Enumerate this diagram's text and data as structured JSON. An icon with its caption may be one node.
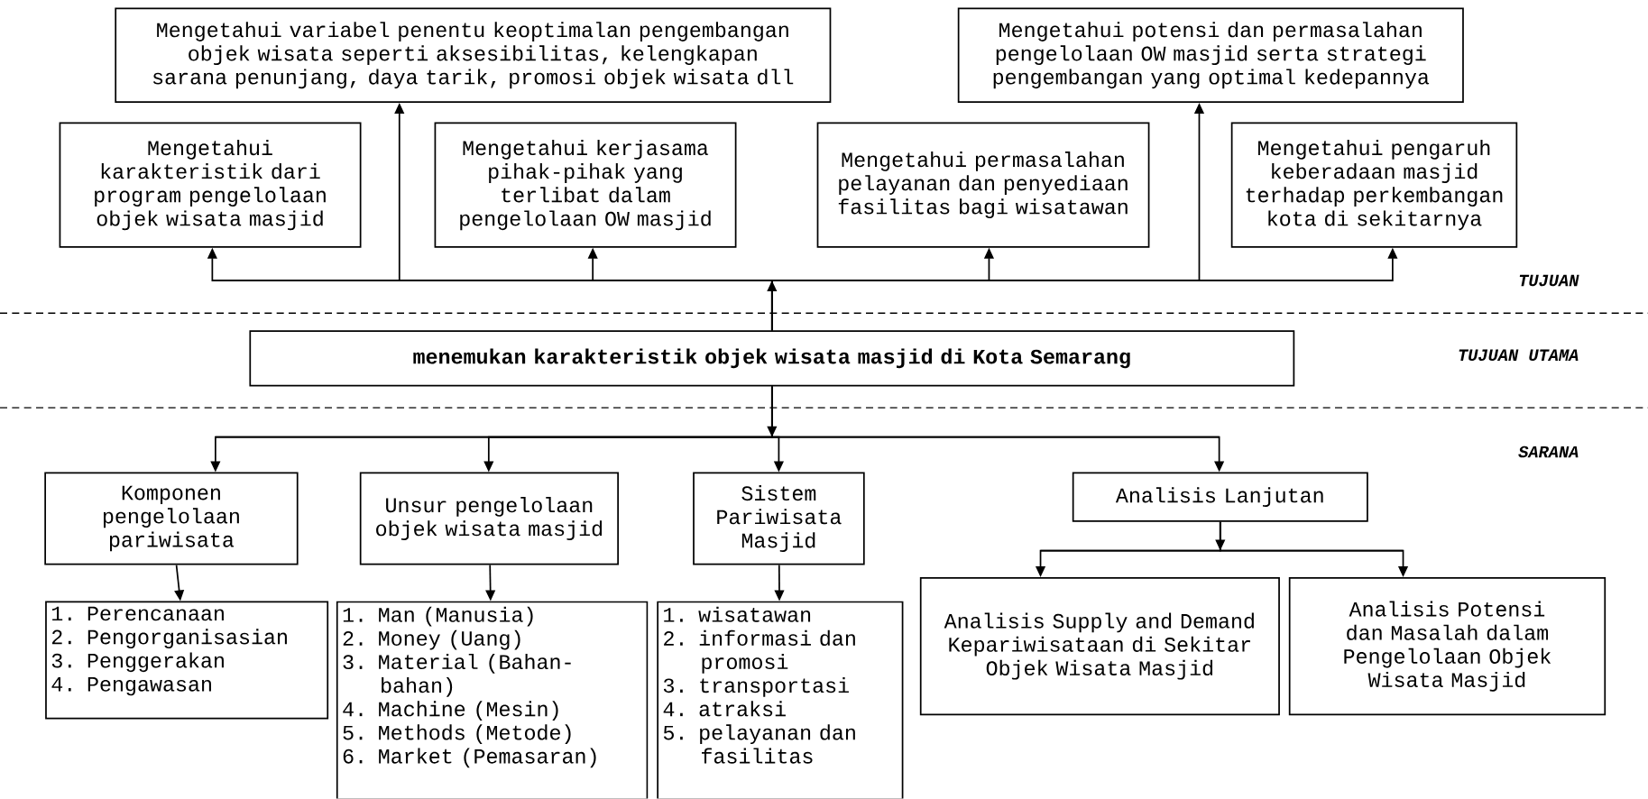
{
  "diagram": {
    "nodes": [
      {
        "text": [
          "Mengetahui variabel penentu keoptimalan pengembangan objek wisata seperti aksesibilitas, kelengkapan sarana penunjang, daya tarik, promosi objek wisata dll"
        ]
      },
      {
        "text": [
          "Mengetahui potensi dan permasalahan pengelolaan OW masjid serta strategi pengembangan yang optimal kedepannya"
        ]
      },
      {
        "text": [
          "Mengetahui karakteristik dari program pengelolaan objek wisata masjid"
        ]
      },
      {
        "text": [
          "Mengetahui kerjasama pihak-pihak yang terlibat dalam pengelolaan OW masjid"
        ]
      },
      {
        "text": [
          "Mengetahui permasalahan pelayanan dan penyediaan fasilitas bagi wisatawan"
        ]
      },
      {
        "text": [
          "Mengetahui pengaruh keberadaan masjid terhadap perkembangan kota di sekitarnya"
        ]
      },
      {
        "text": [
          "menemukan karakteristik objek wisata masjid di Kota Semarang"
        ]
      },
      {
        "text": [
          "Komponen pengelolaan pariwisata"
        ]
      },
      {
        "text": [
          "Unsur pengelolaan objek wisata masjid"
        ]
      },
      {
        "text": [
          "Sistem Pariwisata Masjid"
        ]
      },
      {
        "text": [
          "Analisis Lanjutan"
        ]
      },
      {
        "text": [
          "1. Perencanaan",
          "2. Pengorganisasian",
          "3. Penggerakan",
          "4. Pengawasan"
        ]
      },
      {
        "text": [
          "1. Man (Manusia)",
          "2. Money (Uang)",
          "3. Material (Bahan-bahan)",
          "4. Machine (Mesin)",
          "5. Methods (Metode)",
          "6. Market (Pemasaran)"
        ]
      },
      {
        "text": [
          "1. wisatawan",
          "2. informasi dan promosi",
          "3. transportasi",
          "4. atraksi",
          "5. pelayanan dan fasilitas"
        ]
      },
      {
        "text": [
          "Analisis Supply and Demand Kepariwisataan di Sekitar Objek Wisata Masjid"
        ]
      },
      {
        "text": [
          "Analisis Potensi dan Masalah dalam Pengelolaan Objek Wisata Masjid"
        ]
      }
    ],
    "edges": [
      {
        "from": 6,
        "to": 2,
        "arrow": "to"
      },
      {
        "from": 6,
        "to": 0,
        "arrow": "to"
      },
      {
        "from": 6,
        "to": 3,
        "arrow": "to"
      },
      {
        "from": 6,
        "to": 4,
        "arrow": "to"
      },
      {
        "from": 6,
        "to": 1,
        "arrow": "to"
      },
      {
        "from": 6,
        "to": 5,
        "arrow": "to"
      },
      {
        "from": 6,
        "to": 7,
        "arrow": "to"
      },
      {
        "from": 6,
        "to": 8,
        "arrow": "to"
      },
      {
        "from": 6,
        "to": 9,
        "arrow": "to"
      },
      {
        "from": 6,
        "to": 10,
        "arrow": "to"
      },
      {
        "from": 7,
        "to": 11,
        "arrow": "to"
      },
      {
        "from": 8,
        "to": 12,
        "arrow": "to"
      },
      {
        "from": 9,
        "to": 13,
        "arrow": "to"
      },
      {
        "from": 10,
        "to": 14,
        "arrow": "to"
      },
      {
        "from": 10,
        "to": 15,
        "arrow": "to"
      }
    ],
    "labels": [
      "TUJUAN",
      "TUJUAN UTAMA",
      "SARANA"
    ]
  }
}
